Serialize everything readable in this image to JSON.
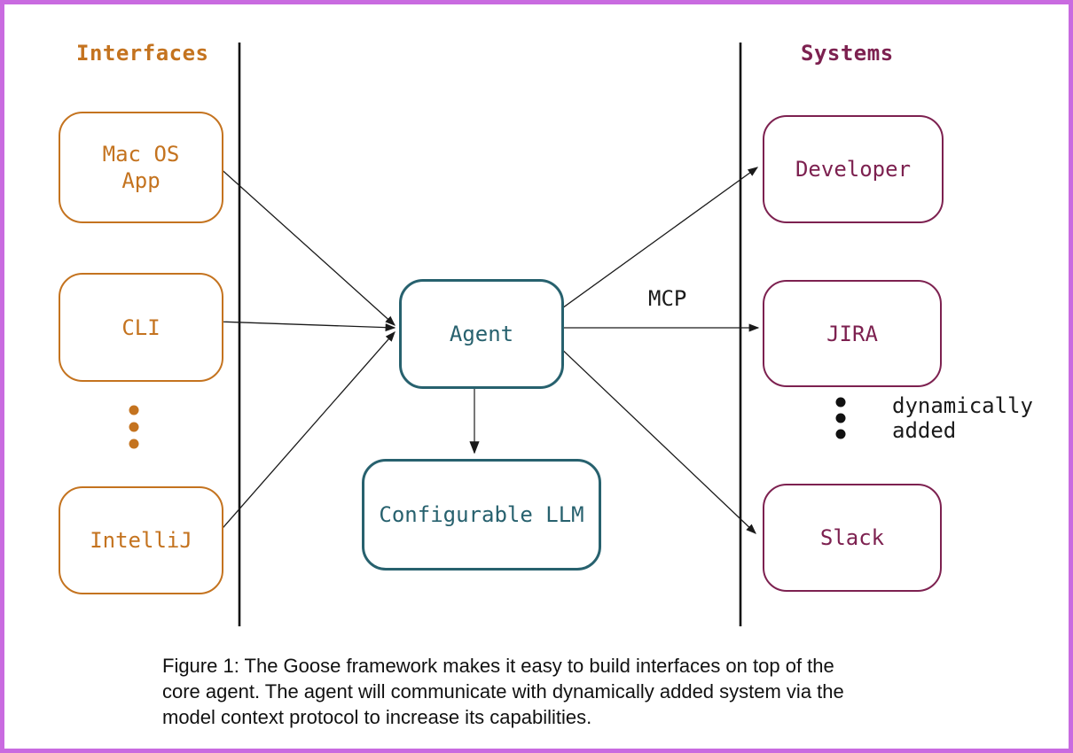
{
  "colors": {
    "border": "#C96BE0",
    "interface": "#C4731F",
    "system": "#7D2150",
    "agent": "#27616E",
    "line": "#1A1A1A"
  },
  "headings": {
    "left": "Interfaces",
    "right": "Systems"
  },
  "nodes": {
    "macos": {
      "label": "Mac OS\nApp"
    },
    "cli": {
      "label": "CLI"
    },
    "intellij": {
      "label": "IntelliJ"
    },
    "agent": {
      "label": "Agent"
    },
    "llm": {
      "label": "Configurable LLM"
    },
    "developer": {
      "label": "Developer"
    },
    "jira": {
      "label": "JIRA"
    },
    "slack": {
      "label": "Slack"
    }
  },
  "labels": {
    "mcp": "MCP",
    "dynamically_added": "dynamically\nadded"
  },
  "caption": {
    "lines": [
      "Figure 1: The Goose framework makes it easy to build interfaces on top of the",
      "core agent. The agent will communicate with dynamically added system via the",
      "model context protocol to increase its capabilities."
    ]
  }
}
